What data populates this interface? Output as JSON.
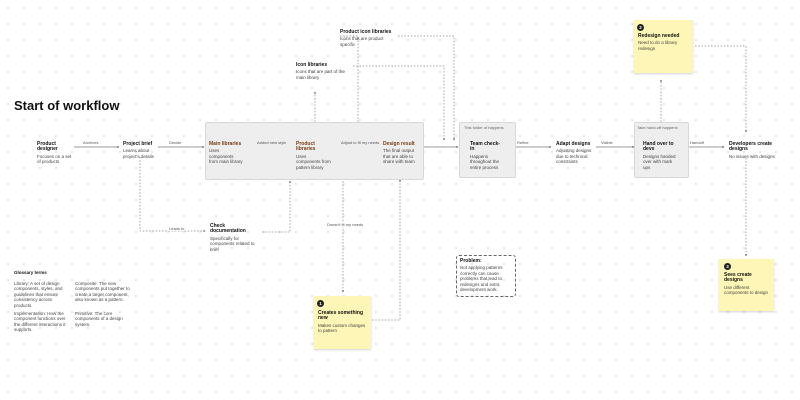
{
  "title": "Start of workflow",
  "nodes": {
    "product_designer": {
      "title": "Product designer",
      "desc": "Focuses on a set of products"
    },
    "project_brief": {
      "title": "Project brief",
      "desc": "Learns about project's details"
    },
    "main_libraries": {
      "title": "Main libraries",
      "desc": "Uses components from main library"
    },
    "product_libraries": {
      "title": "Product libraries",
      "desc": "Uses components from pattern library"
    },
    "design_result": {
      "title": "Design result",
      "desc": "The final output that are able to share with team"
    },
    "team_check_in": {
      "title": "Team check-in",
      "desc": "Happens throughout the entire process"
    },
    "adapt_designs": {
      "title": "Adapt designs",
      "desc": "Adjusting designs due to technical constraints"
    },
    "hand_over": {
      "title": "Hand over to devs",
      "desc": "Designs handed over with mark ups"
    },
    "devs_create": {
      "title": "Developers create designs",
      "desc": "No issues with designs"
    },
    "check_docs": {
      "title": "Check documentation",
      "desc": "Specifically for components related to brief"
    },
    "icon_libraries": {
      "title": "Icon libraries",
      "desc": "Icons that are part of the main library"
    },
    "product_icon_libraries": {
      "title": "Product icon libraries",
      "desc": "Icons that are product specific"
    },
    "problem": {
      "title": "Problem:",
      "desc": "Not applying patterns correctly can cause problems that lead to redesigns and extra development work."
    }
  },
  "stickies": {
    "s1": {
      "num": "1",
      "title": "Creates something new",
      "desc": "Makes custom changes to pattern"
    },
    "s2": {
      "num": "2",
      "title": "Redesign needed",
      "desc": "Need to do a library redesign"
    },
    "s3": {
      "num": "3",
      "title": "Sees create designs",
      "desc": "Use different components to design"
    }
  },
  "edges": {
    "archives": "Archives",
    "decide": "Decide",
    "leads_to": "Leads to",
    "added_new_style": "Added new style",
    "adjust_to_fit": "Adjust to fit my needs",
    "doesnt_fit": "Doesn't fit my needs",
    "refine": "Refine",
    "visible": "Visible",
    "handoff": "Handoff"
  },
  "box_labels": {
    "team_box": "This folder of happens",
    "hand_box": "Take hand-off happens"
  },
  "glossary": {
    "heading": "Glossary terms",
    "library": "Library: A set of design components, styles, and guidelines that ensure consistency across products.",
    "composite": "Composite: The new components put together to create a larger component, also known as a pattern.",
    "implementation": "Implementation: How the component functions over the different interactions it supports.",
    "primitive": "Primitive: The core components of a design system."
  }
}
